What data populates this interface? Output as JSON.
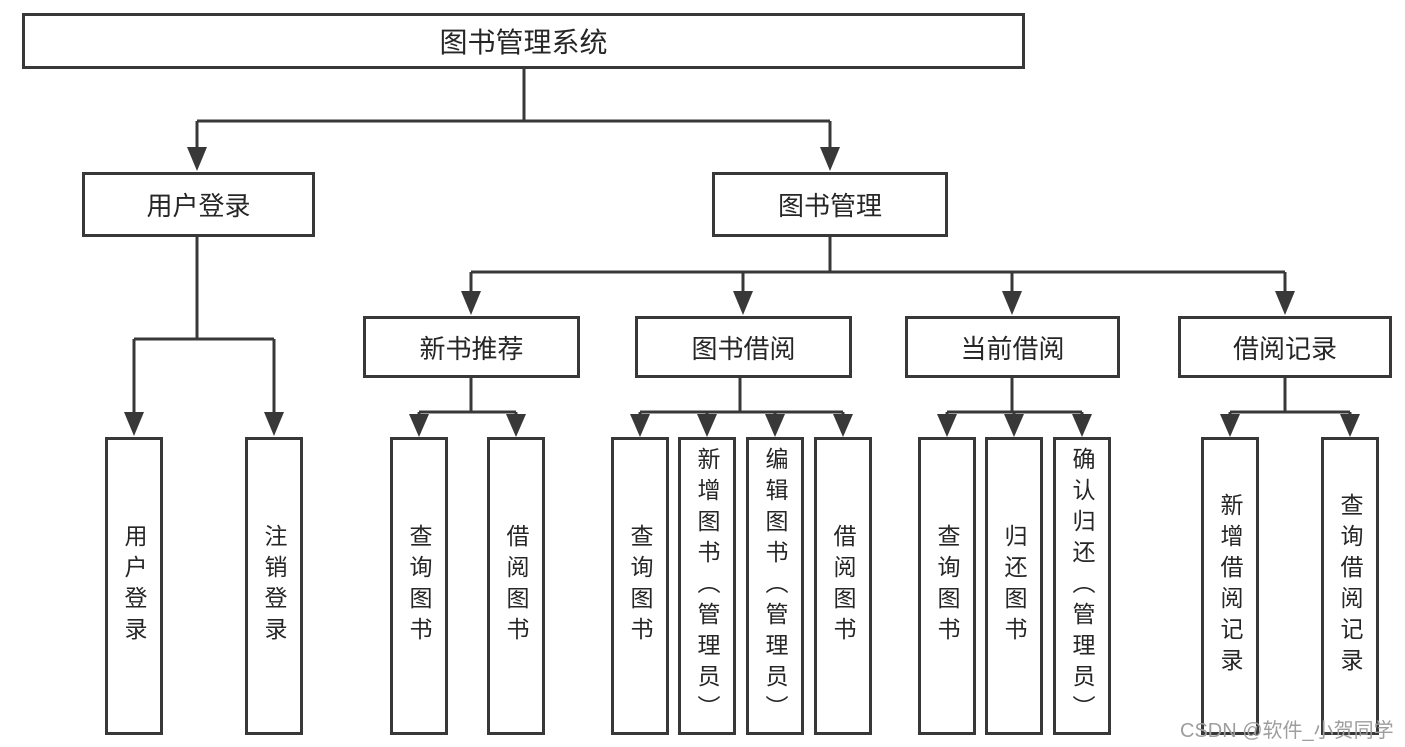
{
  "diagram_title": "图书管理系统",
  "tree": {
    "root": {
      "label": "图书管理系统"
    },
    "branches": [
      {
        "label": "用户登录",
        "children": [
          {
            "label": "用户登录"
          },
          {
            "label": "注销登录"
          }
        ]
      },
      {
        "label": "图书管理",
        "children": [
          {
            "label": "新书推荐",
            "children": [
              {
                "label": "查询图书"
              },
              {
                "label": "借阅图书"
              }
            ]
          },
          {
            "label": "图书借阅",
            "children": [
              {
                "label": "查询图书"
              },
              {
                "label": "新增图书（管理员）"
              },
              {
                "label": "编辑图书（管理员）"
              },
              {
                "label": "借阅图书"
              }
            ]
          },
          {
            "label": "当前借阅",
            "children": [
              {
                "label": "查询图书"
              },
              {
                "label": "归还图书"
              },
              {
                "label": "确认归还（管理员）"
              }
            ]
          },
          {
            "label": "借阅记录",
            "children": [
              {
                "label": "新增借阅记录"
              },
              {
                "label": "查询借阅记录"
              }
            ]
          }
        ]
      }
    ]
  },
  "watermark": {
    "text": "CSDN @软件_小贺同学"
  },
  "colors": {
    "line": "#383838",
    "text": "#262626",
    "watermark": "#9e9e9e",
    "background": "#ffffff"
  }
}
